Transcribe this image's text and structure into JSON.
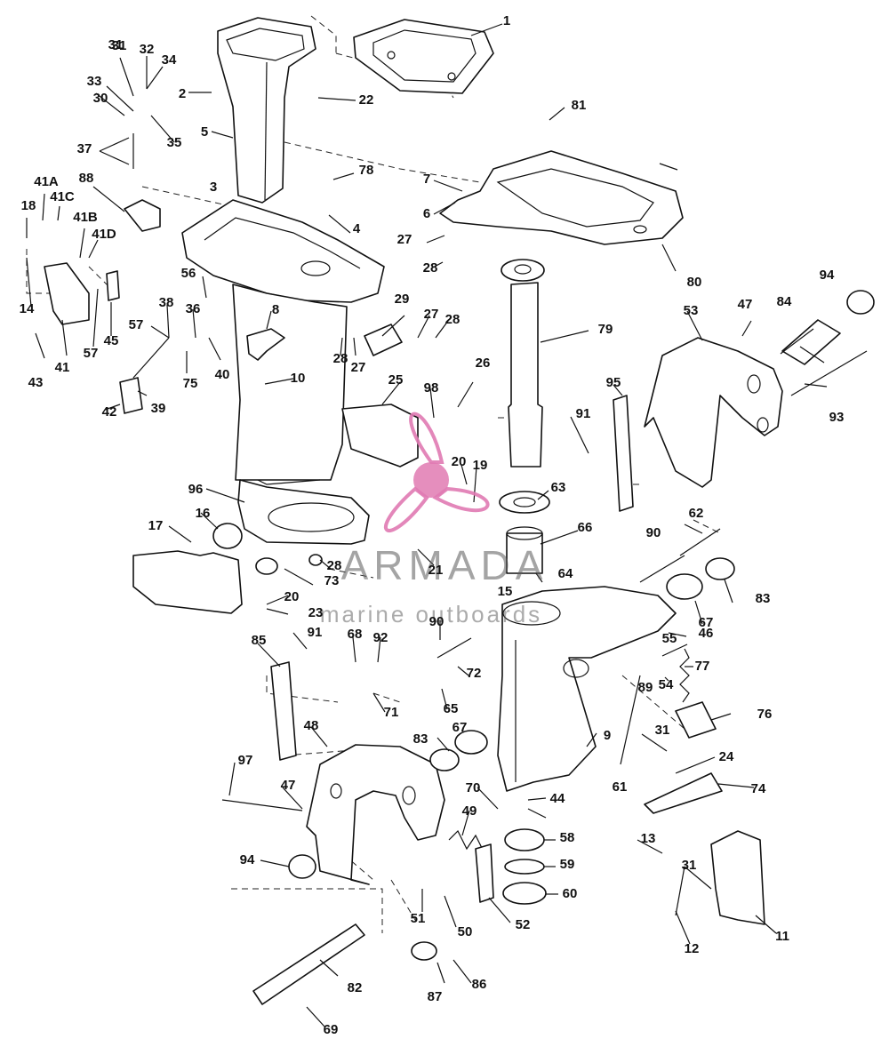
{
  "watermark": {
    "brand": "ARMADA",
    "tagline": "marine outboards",
    "accent_color": "#e07ab2"
  },
  "callouts": [
    "1",
    "2",
    "3",
    "4",
    "5",
    "6",
    "7",
    "8",
    "9",
    "10",
    "11",
    "12",
    "13",
    "14",
    "15",
    "16",
    "17",
    "18",
    "19",
    "20",
    "20",
    "21",
    "22",
    "23",
    "24",
    "25",
    "26",
    "27",
    "27",
    "27",
    "28",
    "28",
    "28",
    "28",
    "29",
    "30",
    "31",
    "31",
    "31",
    "31",
    "32",
    "33",
    "34",
    "35",
    "36",
    "37",
    "38",
    "39",
    "40",
    "41",
    "41A",
    "41B",
    "41C",
    "41D",
    "42",
    "43",
    "44",
    "45",
    "46",
    "47",
    "47",
    "48",
    "49",
    "50",
    "51",
    "52",
    "53",
    "54",
    "55",
    "56",
    "57",
    "57",
    "58",
    "59",
    "60",
    "61",
    "62",
    "63",
    "64",
    "65",
    "66",
    "67",
    "67",
    "68",
    "69",
    "70",
    "71",
    "72",
    "73",
    "74",
    "75",
    "76",
    "77",
    "78",
    "79",
    "80",
    "81",
    "82",
    "83",
    "83",
    "84",
    "85",
    "86",
    "87",
    "88",
    "89",
    "90",
    "90",
    "91",
    "91",
    "92",
    "93",
    "94",
    "94",
    "95",
    "96",
    "97",
    "98"
  ]
}
